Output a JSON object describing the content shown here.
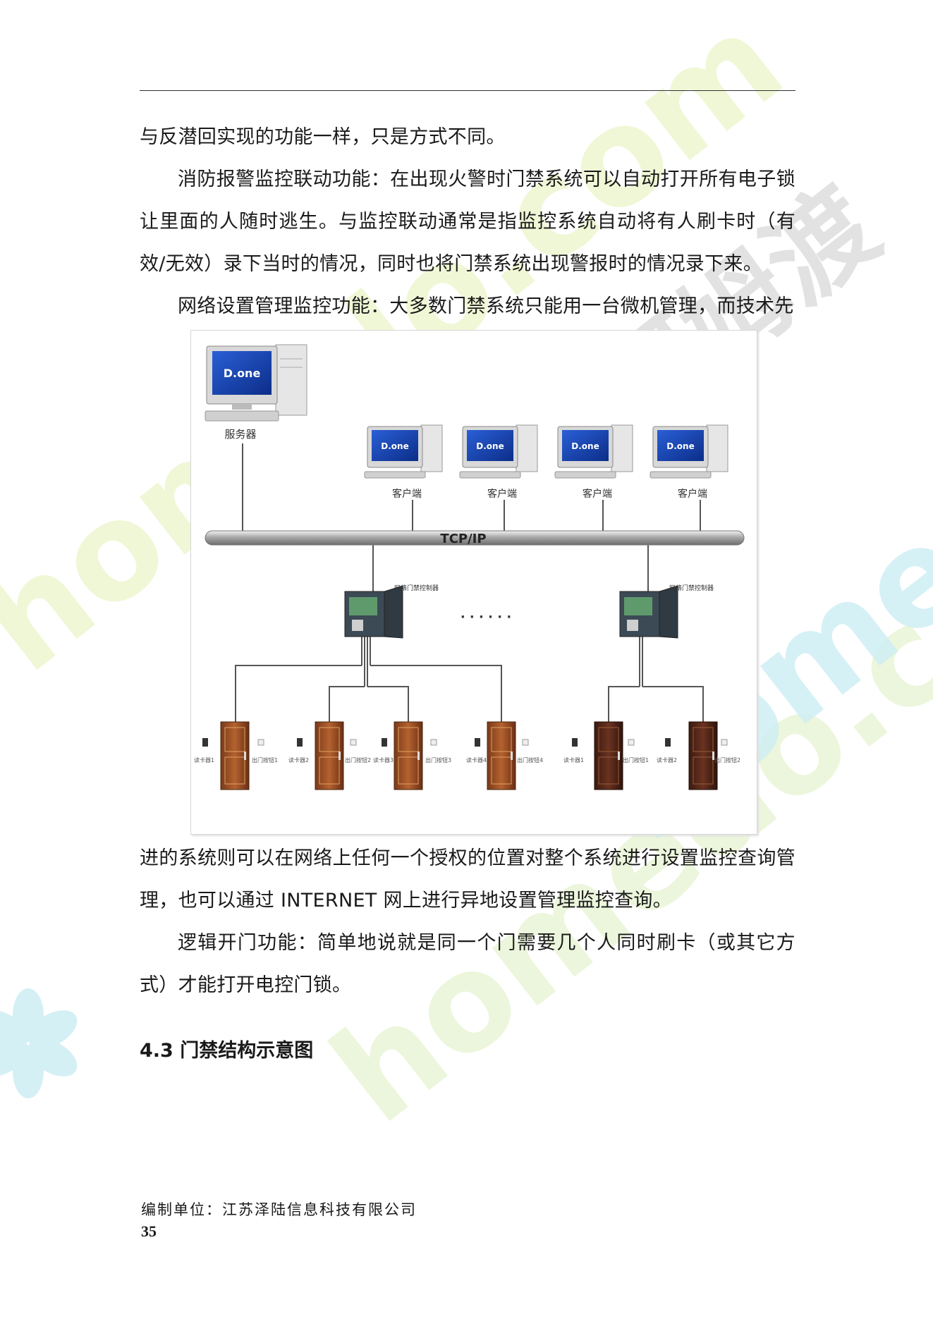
{
  "paragraphs": {
    "p1": "与反潜回实现的功能一样，只是方式不同。",
    "p2": "消防报警监控联动功能：在出现火警时门禁系统可以自动打开所有电子锁让里面的人随时逃生。与监控联动通常是指监控系统自动将有人刷卡时（有效/无效）录下当时的情况，同时也将门禁系统出现警报时的情况录下来。",
    "p3": "网络设置管理监控功能：大多数门禁系统只能用一台微机管理，而技术先",
    "p4": "进的系统则可以在网络上任何一个授权的位置对整个系统进行设置监控查询管理，也可以通过 INTERNET 网上进行异地设置管理监控查询。",
    "p5": "逻辑开门功能：简单地说就是同一个门需要几个人同时刷卡（或其它方式）才能打开电控门锁。"
  },
  "section_heading": "4.3 门禁结构示意图",
  "footer": {
    "unit": "编制单位：江苏泽陆信息科技有限公司",
    "page_number": "35"
  },
  "figure": {
    "server_label": "服务器",
    "monitor_brand": "D.one",
    "client_labels": [
      "客户端",
      "客户端",
      "客户端",
      "客户端"
    ],
    "bus_label": "TCP/IP",
    "controller_labels": [
      "网络门禁控制器",
      "网络门禁控制器"
    ],
    "ellipsis": "· · · · · ·",
    "reader_labels": [
      "读卡器1",
      "读卡器2",
      "读卡器3",
      "读卡器4",
      "读卡器1",
      "读卡器2"
    ],
    "button_labels": [
      "出门按钮1",
      "出门按钮2",
      "出门按钮3",
      "出门按钮4",
      "出门按钮1",
      "出门按钮2"
    ]
  },
  "watermark": {
    "text": "homedo.com",
    "text_cn": "河姆渡",
    "colors": {
      "cyan": "#bfeaf0",
      "yellow": "#eef3c4"
    }
  }
}
